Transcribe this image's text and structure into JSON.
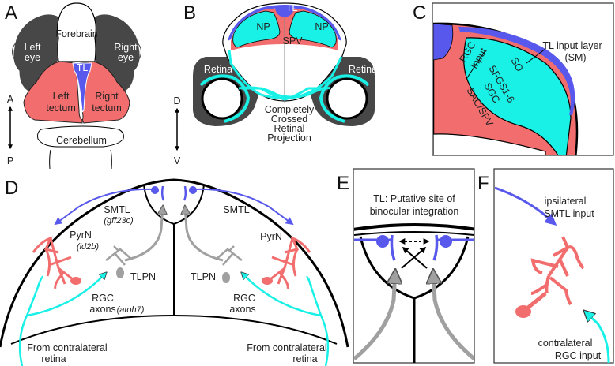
{
  "colors": {
    "tectum": "#f26d6d",
    "tl": "#5858ec",
    "rgc": "#19f0e6",
    "eye": "#474747",
    "gray_neuron": "#a0a0a0",
    "outline": "#000000"
  },
  "panels": {
    "A": {
      "label": "A",
      "structures": {
        "forebrain": "Forebrain",
        "left_eye": [
          "Left",
          "eye"
        ],
        "right_eye": [
          "Right",
          "eye"
        ],
        "tl": "TL",
        "left_tectum": [
          "Left",
          "tectum"
        ],
        "right_tectum": [
          "Right",
          "tectum"
        ],
        "cerebellum": "Cerebellum"
      },
      "axis": {
        "top": "A",
        "bottom": "P"
      }
    },
    "B": {
      "label": "B",
      "structures": {
        "tl": "TL",
        "np_left": "NP",
        "np_right": "NP",
        "spv": "SPV",
        "retina_left": "Retina",
        "retina_right": "Retina"
      },
      "caption": [
        "Completely",
        "Crossed",
        "Retinal",
        "Projection"
      ],
      "axis": {
        "top": "D",
        "bottom": "V"
      }
    },
    "C": {
      "label": "C",
      "callout": [
        "TL input layer",
        "(SM)"
      ],
      "rgc_input": [
        "RGC",
        "Input"
      ],
      "layers": [
        "SO",
        "SFGS1-6",
        "SGC",
        "SAC/SPV"
      ]
    },
    "D": {
      "label": "D",
      "smtl_left": "SMTL",
      "smtl_left_gene": "(gff23c)",
      "smtl_right": "SMTL",
      "pyrn_left": "PyrN",
      "pyrn_left_gene": "(id2b)",
      "pyrn_right": "PyrN",
      "tlpn_left": "TLPN",
      "tlpn_right": "TLPN",
      "rgc_left": [
        "RGC",
        "axons"
      ],
      "rgc_left_gene": "(atoh7)",
      "rgc_right": [
        "RGC",
        "axons"
      ],
      "from_left": [
        "From contralateral",
        "retina"
      ],
      "from_right": [
        "From contralateral",
        "retina"
      ]
    },
    "E": {
      "label": "E",
      "title": [
        "TL: Putative site of",
        "binocular integration"
      ]
    },
    "F": {
      "label": "F",
      "top_input": [
        "ipsilateral",
        "SMTL input"
      ],
      "bottom_input": [
        "contralateral",
        "RGC input"
      ]
    }
  }
}
